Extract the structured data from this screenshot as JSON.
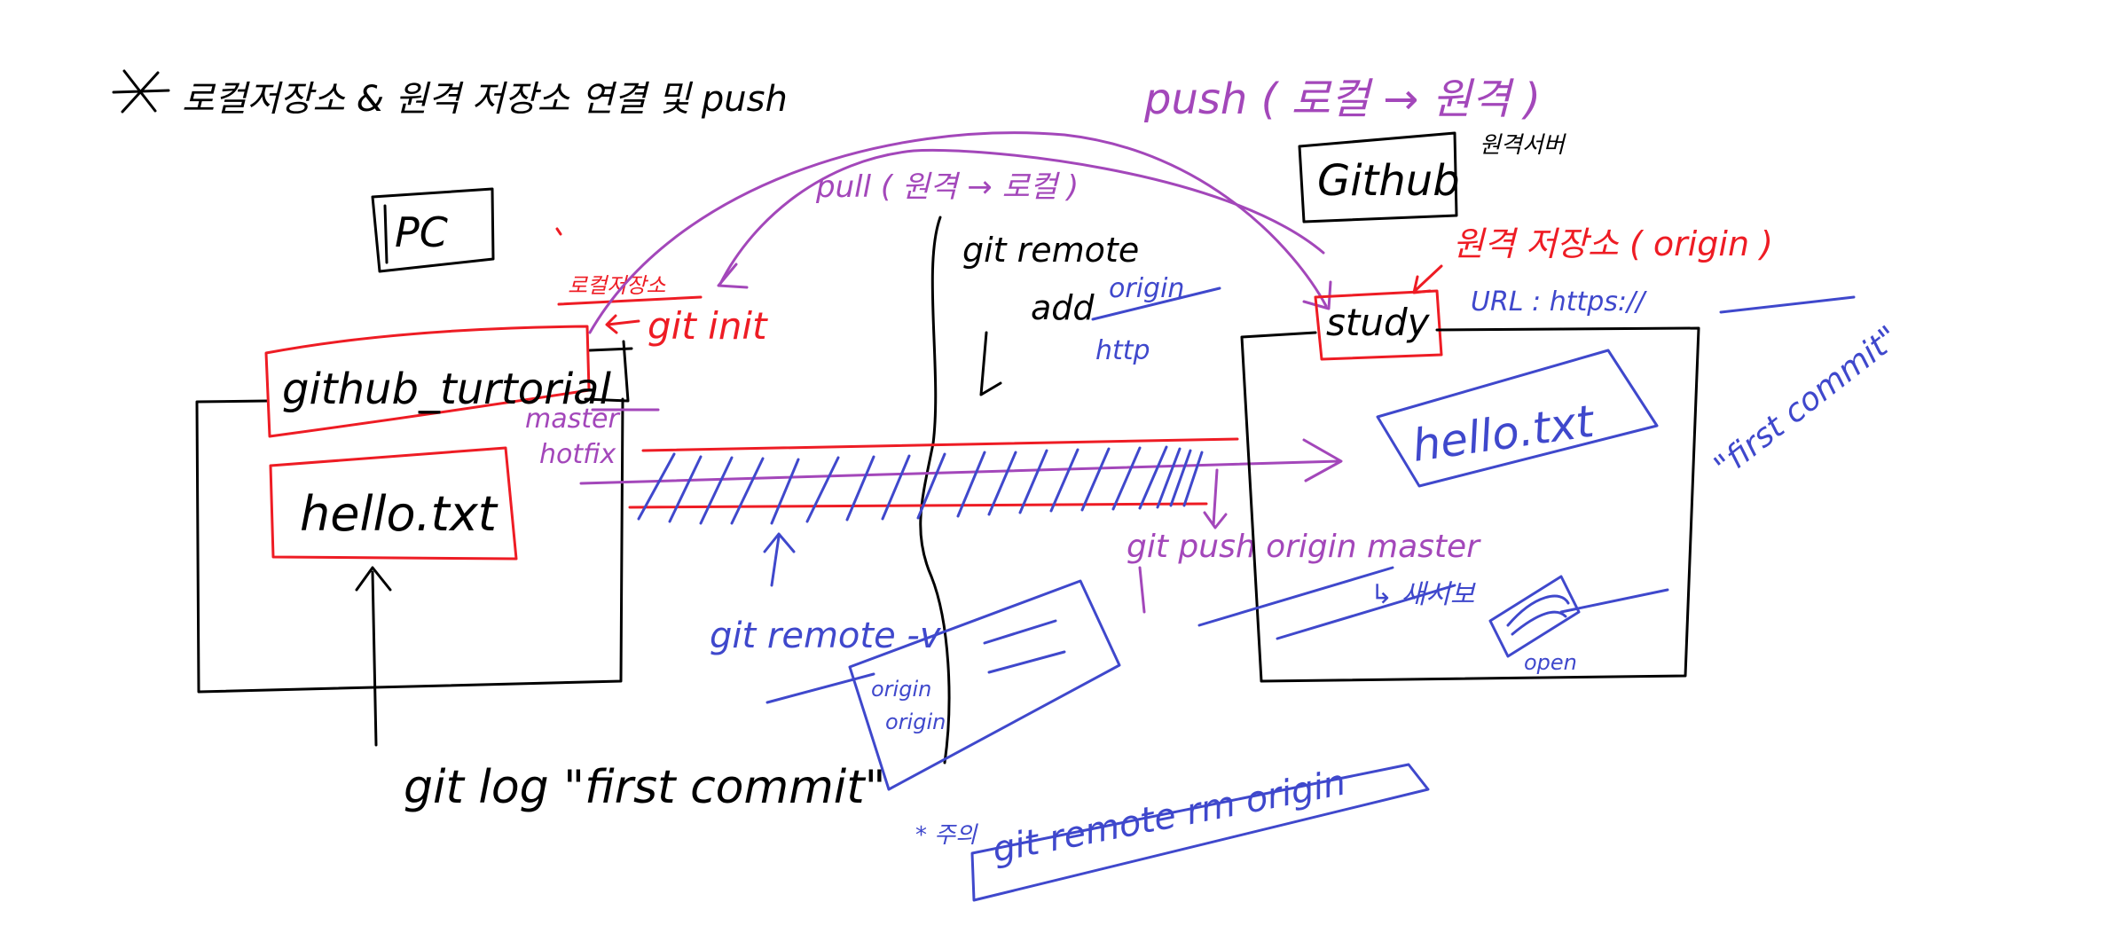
{
  "title": "로컬저장소 & 원격 저장소 연결 및 push",
  "pc": {
    "label": "PC",
    "local_repo_note": "로컬저장소",
    "folder": "github_turtorial",
    "file": "hello.txt",
    "git_init": "git init",
    "branch": [
      "master",
      "hotfix"
    ]
  },
  "github": {
    "label": "Github",
    "remote_server_note": "원격서버",
    "remote_repo_note": "원격 저장소 ( origin )",
    "repo": "study",
    "url": "URL : https://",
    "file": "hello.txt",
    "commit": "\"first commit\"",
    "arrow_note": "↳ 새시보",
    "badge": "open"
  },
  "commands": {
    "push": "push ( 로컬 → 원격 )",
    "pull": "pull ( 원격 → 로컬 )",
    "remote_add": [
      "git remote",
      "add",
      "origin",
      "http"
    ],
    "git_push": "git push origin master",
    "git_log": "git log \"first commit\"",
    "git_remote_v": "git remote -v",
    "remote_v_box": [
      "origin",
      "origin"
    ],
    "remove_note": "* 주의",
    "git_remove": "git remote rm origin"
  },
  "colors": {
    "black": "#000000",
    "red": "#ee1c24",
    "purple": "#a347ba",
    "blue": "#3f48cc"
  }
}
